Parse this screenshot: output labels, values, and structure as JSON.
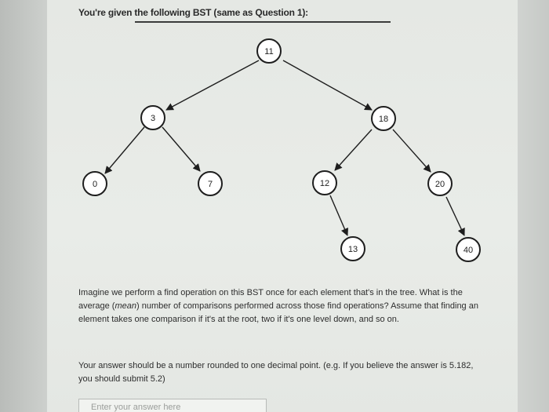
{
  "question": {
    "title": "You're given the following BST (same as Question 1):"
  },
  "tree": {
    "nodes": [
      {
        "id": "n11",
        "label": "11"
      },
      {
        "id": "n3",
        "label": "3"
      },
      {
        "id": "n18",
        "label": "18"
      },
      {
        "id": "n0",
        "label": "0"
      },
      {
        "id": "n7",
        "label": "7"
      },
      {
        "id": "n12",
        "label": "12"
      },
      {
        "id": "n20",
        "label": "20"
      },
      {
        "id": "n13",
        "label": "13"
      },
      {
        "id": "n40",
        "label": "40"
      }
    ],
    "edges": [
      {
        "from": "11",
        "to": "3"
      },
      {
        "from": "11",
        "to": "18"
      },
      {
        "from": "3",
        "to": "0"
      },
      {
        "from": "3",
        "to": "7"
      },
      {
        "from": "18",
        "to": "12"
      },
      {
        "from": "18",
        "to": "20"
      },
      {
        "from": "12",
        "to": "13"
      },
      {
        "from": "20",
        "to": "40"
      }
    ]
  },
  "prompt": {
    "text_before_em": "Imagine we perform a find operation on this BST once for each element that's in the tree. What is the average (",
    "em": "mean",
    "text_after_em": ") number of comparisons performed across those find operations? Assume that finding an element takes one comparison if it's at the root, two if it's one level down, and so on."
  },
  "instruction": {
    "text": "Your answer should be a number rounded to one decimal point. (e.g. If you believe the answer is 5.182, you should submit 5.2)"
  },
  "answer": {
    "placeholder": "Enter your answer here",
    "value": ""
  },
  "colors": {
    "node_fill": "#ffffff",
    "node_stroke": "#1e1e1e",
    "edge": "#1e1e1e",
    "text": "#2d2d2d"
  }
}
